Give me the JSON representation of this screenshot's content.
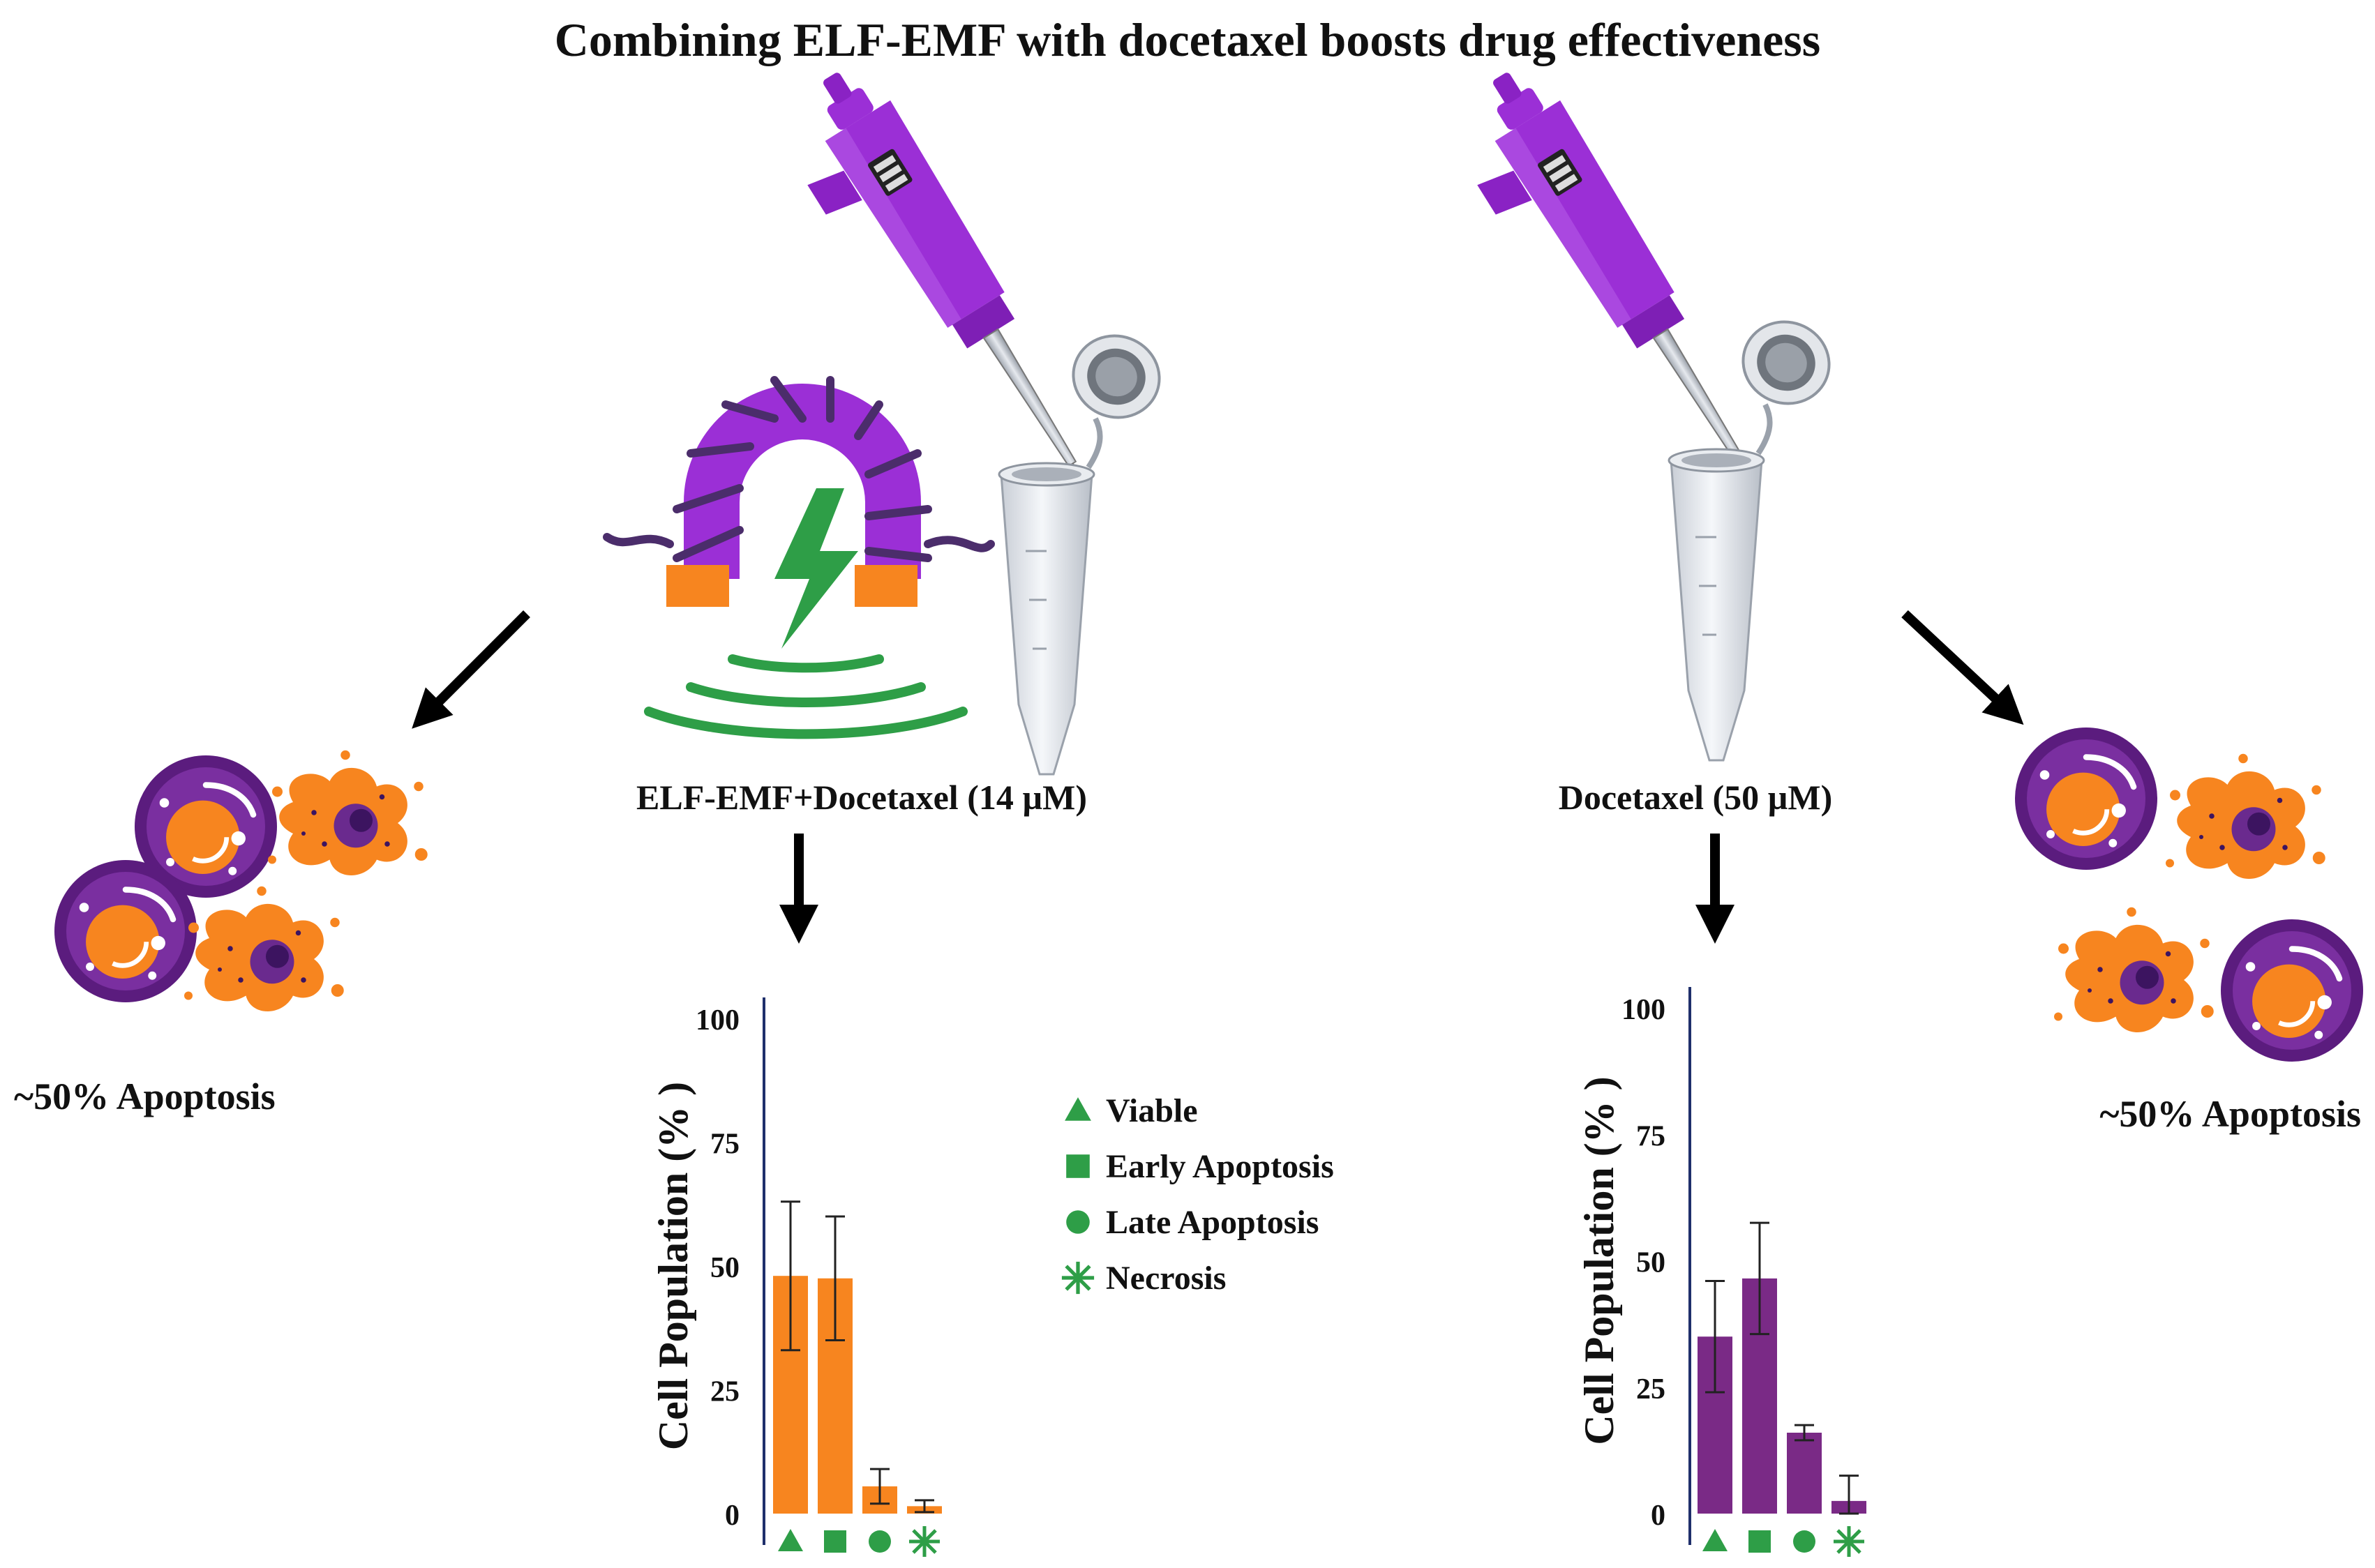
{
  "title": "Combining ELF-EMF with docetaxel boosts drug effectiveness",
  "colors": {
    "orange": "#F7851F",
    "purple": "#7A2A86",
    "violet": "#9B2FD6",
    "green": "#2E9E47",
    "navy": "#1F2F6B",
    "arrow": "#000000"
  },
  "left": {
    "condition_label": "ELF-EMF+Docetaxel (14 µM)",
    "outcome_label": "~50% Apoptosis"
  },
  "right": {
    "condition_label": "Docetaxel (50 µM)",
    "outcome_label": "~50% Apoptosis"
  },
  "legend": {
    "items": [
      {
        "label": "Viable",
        "marker": "triangle"
      },
      {
        "label": "Early Apoptosis",
        "marker": "square"
      },
      {
        "label": "Late Apoptosis",
        "marker": "circle"
      },
      {
        "label": "Necrosis",
        "marker": "star"
      }
    ]
  },
  "chart_data": [
    {
      "type": "bar",
      "categories": [
        "Viable",
        "Early Apoptosis",
        "Late Apoptosis",
        "Necrosis"
      ],
      "values": [
        48,
        47.5,
        5.5,
        1.5
      ],
      "errors": [
        15,
        12.5,
        3.5,
        1.2
      ],
      "ylabel": "Cell Population (% )",
      "yticks": [
        0,
        25,
        50,
        75,
        100
      ],
      "ylim": [
        0,
        100
      ],
      "color": "#F7851F"
    },
    {
      "type": "bar",
      "categories": [
        "Viable",
        "Early Apoptosis",
        "Late Apoptosis",
        "Necrosis"
      ],
      "values": [
        35,
        46.5,
        16,
        2.5
      ],
      "errors": [
        11,
        11,
        1.5,
        5
      ],
      "ylabel": "Cell Population (% )",
      "yticks": [
        0,
        25,
        50,
        75,
        100
      ],
      "ylim": [
        0,
        100
      ],
      "color": "#7A2A86"
    }
  ]
}
